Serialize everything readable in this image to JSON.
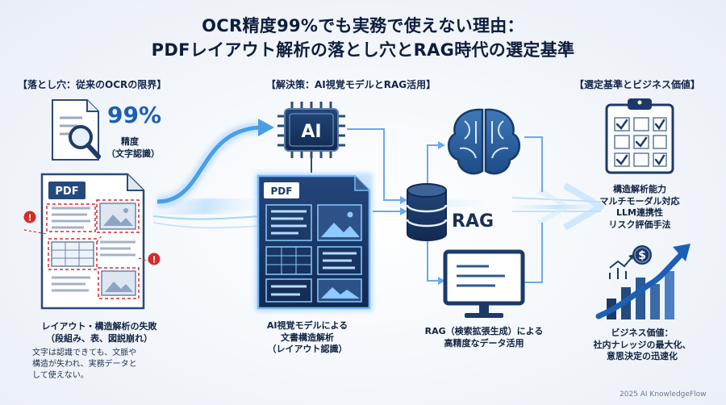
{
  "title": {
    "line1": "OCR精度99%でも実務で使えない理由：",
    "line2": "PDFレイアウト解析の落とし穴とRAG時代の選定基準"
  },
  "sections": {
    "pitfall": "【落とし穴：従来のOCRの限界】",
    "solution": "【解決策：AI視覚モデルとRAG活用】",
    "criteria": "【選定基準とビジネス価値】"
  },
  "left": {
    "accuracy_value": "99%",
    "accuracy_label": "精度",
    "accuracy_sub": "（文字認識）",
    "pdf_label": "PDF",
    "warning_glyph": "!",
    "fail_title1": "レイアウト・構造解析の失敗",
    "fail_title2": "（段組み、表、図説崩れ）",
    "fail_desc1": "文字は認識できても、文脈や",
    "fail_desc2": "構造が失われ、実務データと",
    "fail_desc3": "して使えない。"
  },
  "middle": {
    "chip_label": "AI",
    "pdf_label": "PDF",
    "ai_caption1": "AI視覚モデルによる",
    "ai_caption2": "文書構造解析",
    "ai_caption3": "（レイアウト認識）",
    "rag_label": "RAG",
    "rag_caption1": "RAG（検索拡張生成）による",
    "rag_caption2": "高精度なデータ活用"
  },
  "right": {
    "criteria": [
      "構造解析能力",
      "マルチモーダル対応",
      "LLM連携性",
      "リスク評価手法"
    ],
    "value_title": "ビジネス価値：",
    "value_line1": "社内ナレッジの最大化、",
    "value_line2": "意思決定の迅速化",
    "dollar_glyph": "$"
  },
  "footer": "2025 AI KnowledgeFlow",
  "icons": [
    "document-search-icon",
    "pdf-document-icon",
    "warning-icon",
    "ai-chip-icon",
    "pdf-structured-icon",
    "database-icon",
    "brain-icon",
    "monitor-icon",
    "checklist-clipboard-icon",
    "growth-chart-icon",
    "dollar-coin-icon"
  ],
  "colors": {
    "title": "#0d1d3d",
    "accent_blue": "#1c5fb4",
    "dark_navy": "#12244a",
    "glow": "#5fb4ff",
    "warning_red": "#d62b2b"
  }
}
